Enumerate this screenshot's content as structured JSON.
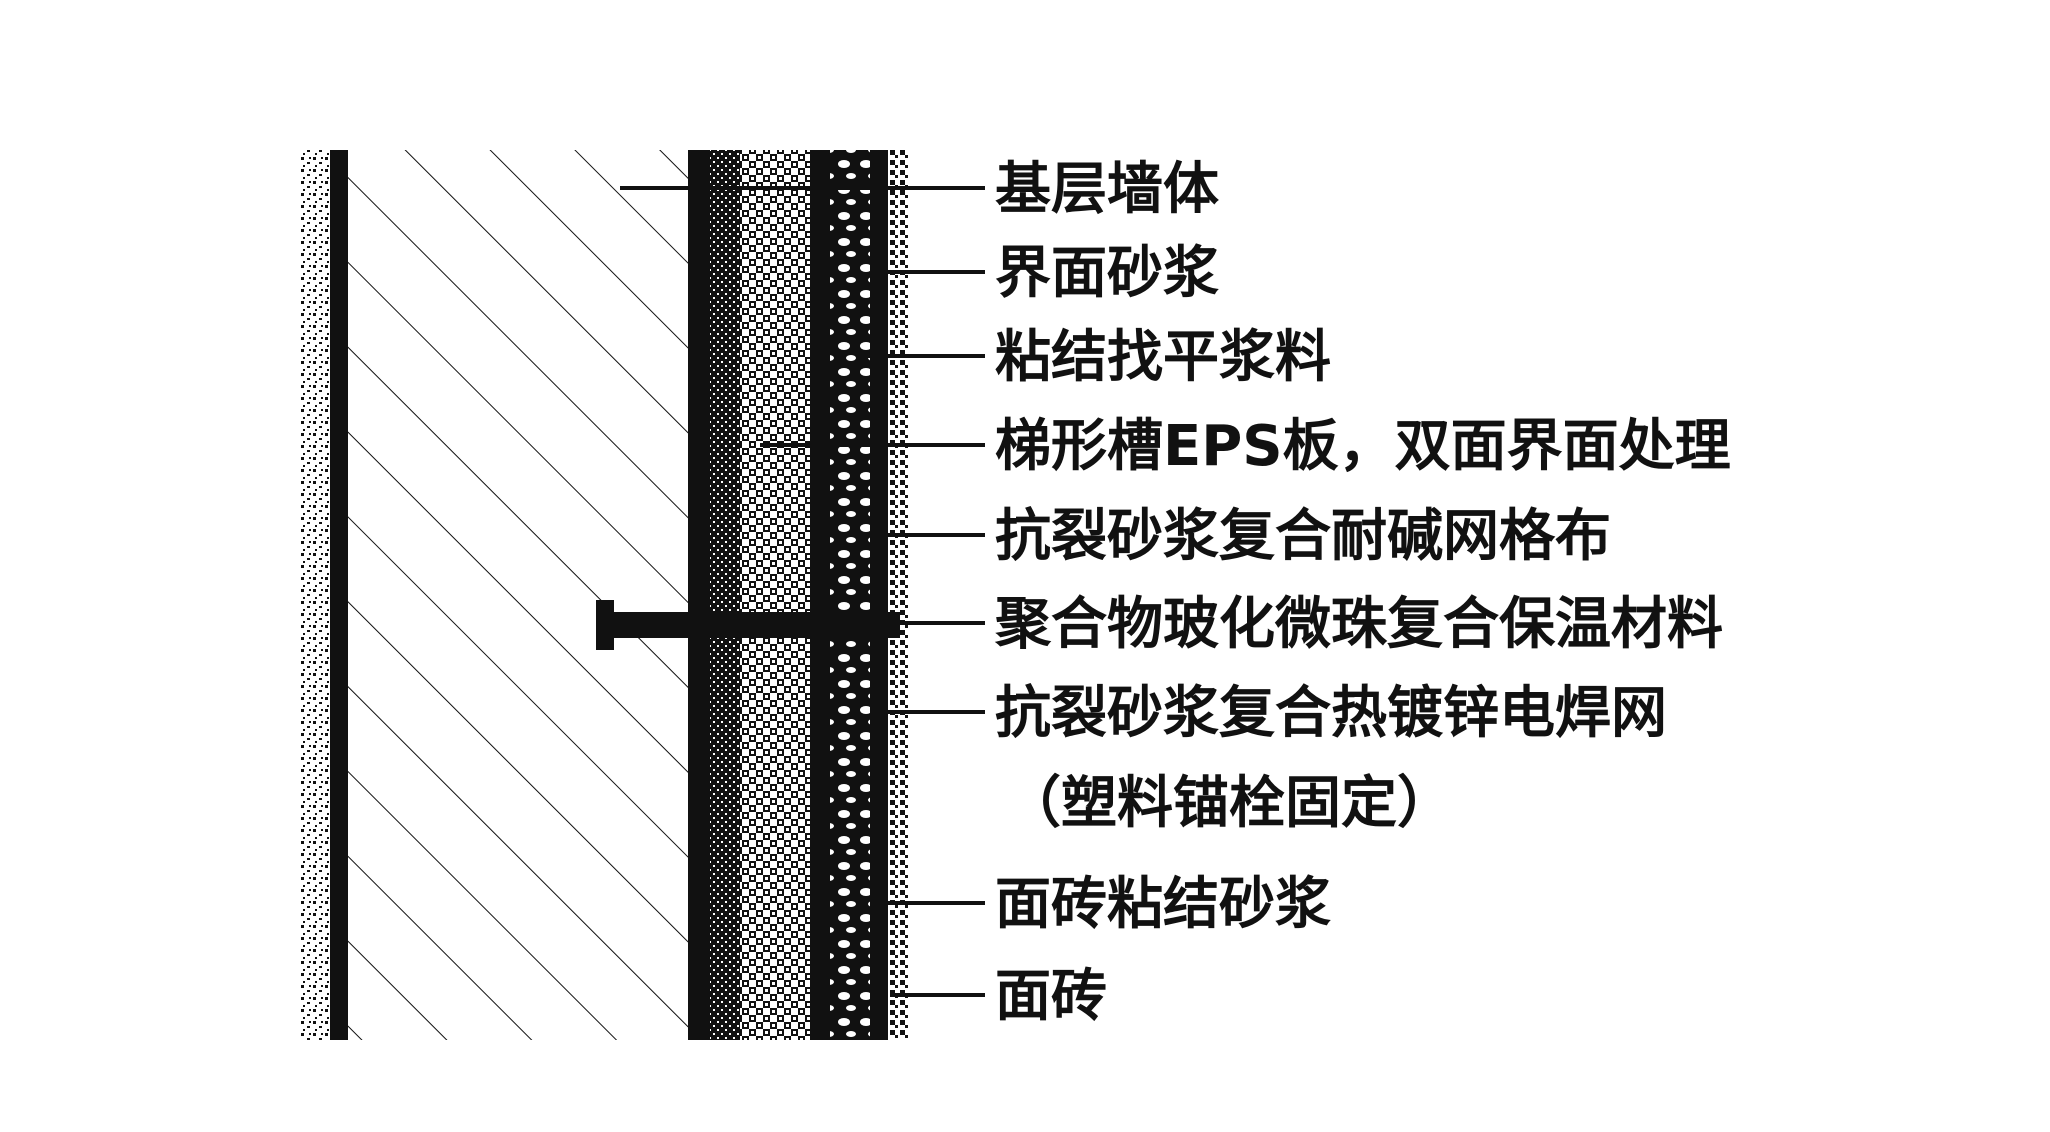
{
  "colors": {
    "ink": "#111111",
    "background": "#ffffff"
  },
  "labels": [
    "基层墙体",
    "界面砂浆",
    "粘结找平浆料",
    "梯形槽EPS板，双面界面处理",
    "抗裂砂浆复合耐碱网格布",
    "聚合物玻化微珠复合保温材料",
    "抗裂砂浆复合热镀锌电焊网",
    "（塑料锚栓固定）",
    "面砖粘结砂浆",
    "面砖"
  ]
}
